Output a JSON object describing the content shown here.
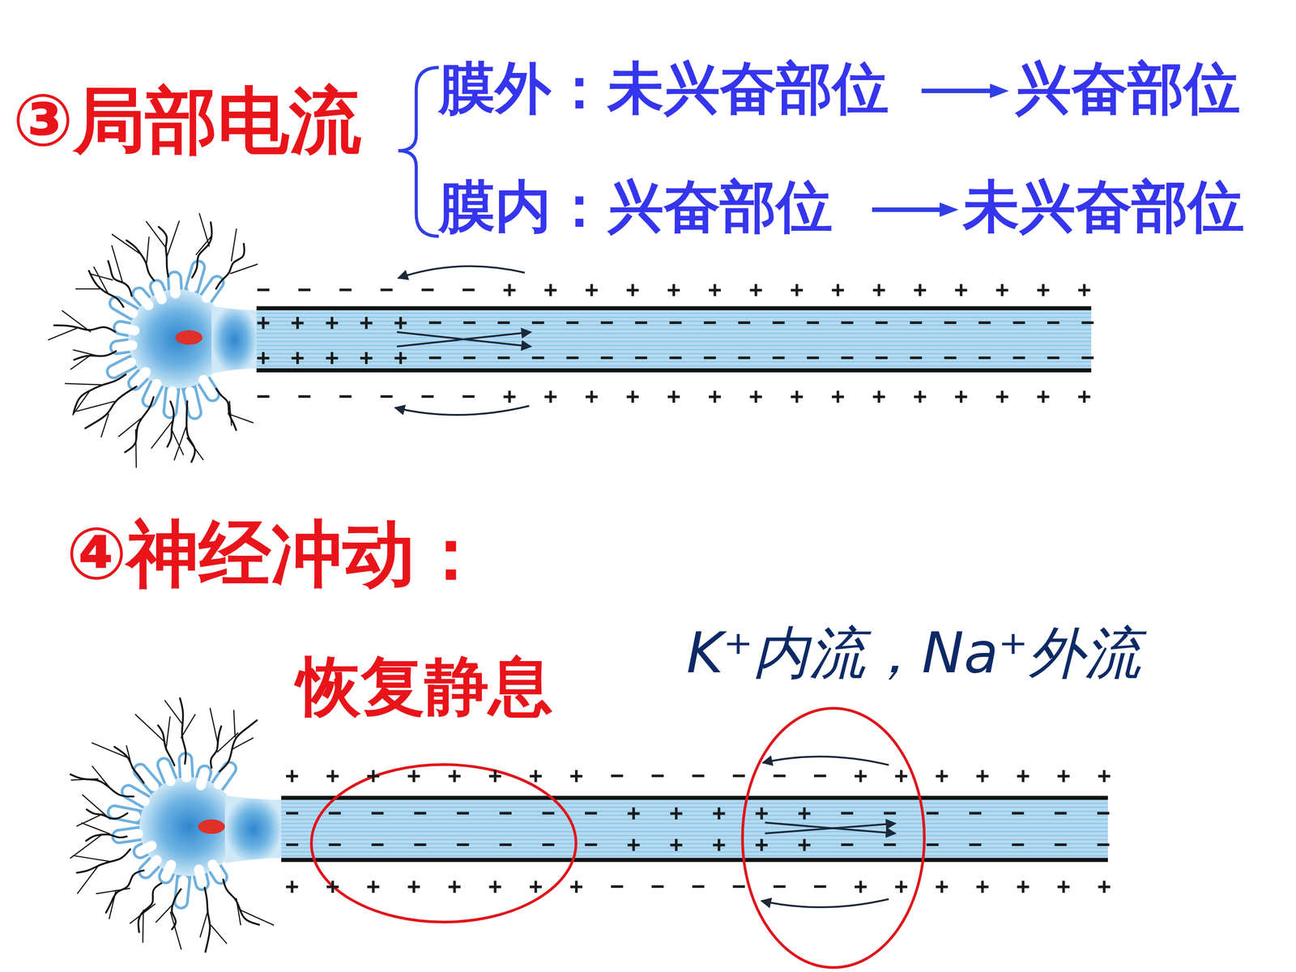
{
  "diagram": {
    "nodes": [
      {
        "text": [
          "恢复静息"
        ]
      },
      {
        "text": [
          "K⁺内流，Na⁺外流"
        ]
      }
    ],
    "labels": [
      "③局部电流",
      "膜外：未兴奋部位",
      "兴奋部位",
      "膜内：兴奋部位",
      "未兴奋部位",
      "− − − − − − + + + + + + + + + + + + + + +",
      "+ + + + + − − − − − − − − − − − − − − − − − − − −",
      "+ + + + + − − − − − − − − − − − − − − − − − − − −",
      "− − − − − − + + + + + + + + + + + + + + +",
      "④神经冲动：",
      "+ + + + + + + + − − − − − − + + + + + + +",
      "− − − − − − − − + + + + + − − − − − − −",
      "− − − − − − − − + + + + + − − − − − − −",
      "+ + + + + + + + − − − − − − + + + + + + +"
    ]
  }
}
